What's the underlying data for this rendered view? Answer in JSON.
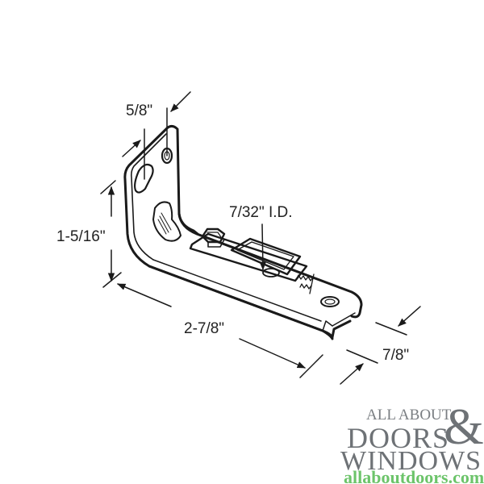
{
  "diagram": {
    "subject": "L-shaped adjustable door bracket",
    "dimensions": {
      "hole_spacing": "5/8\"",
      "vertical_height": "1-5/16\"",
      "inner_diameter": "7/32\" I.D.",
      "length": "2-7/8\"",
      "width": "7/8\""
    },
    "line_color": "#1a1a1a"
  },
  "logo": {
    "line1": "ALL ABOUT",
    "line2": "DOORS",
    "ampersand": "&",
    "line3": "WINDOWS",
    "url": "allaboutdoors.com",
    "gray_color": "#6e7276",
    "green_color": "#6cc46a"
  }
}
